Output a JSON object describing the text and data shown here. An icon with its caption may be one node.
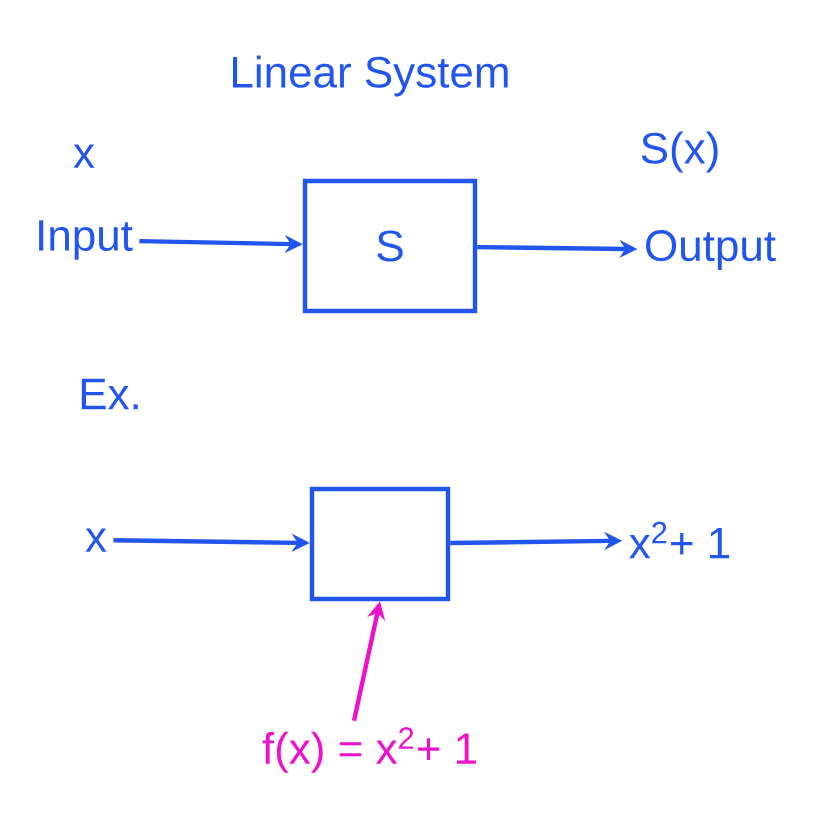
{
  "diagram": {
    "title": "Linear System",
    "nodes": [
      {
        "text": [
          "Input"
        ],
        "beside": [
          "x"
        ]
      },
      {
        "text": [
          "S"
        ]
      },
      {
        "text": [
          "Output"
        ],
        "beside": [
          "S(x)"
        ]
      },
      {
        "text": [
          "x"
        ]
      },
      {
        "text": [],
        "shape": "box"
      },
      {
        "text": [
          "x$^{2}$+ 1"
        ]
      },
      {
        "text": [
          "f(x) = x$^{2}$+ 1"
        ]
      }
    ],
    "edges": [
      {
        "from": 0,
        "to": 1,
        "arrow": "to"
      },
      {
        "from": 1,
        "to": 2,
        "arrow": "to"
      },
      {
        "from": 3,
        "to": 4,
        "arrow": "to"
      },
      {
        "from": 4,
        "to": 5,
        "arrow": "to"
      },
      {
        "from": 6,
        "to": 4,
        "arrow": "to",
        "color": "#ee11cc"
      }
    ],
    "labels": [
      "Ex."
    ]
  }
}
